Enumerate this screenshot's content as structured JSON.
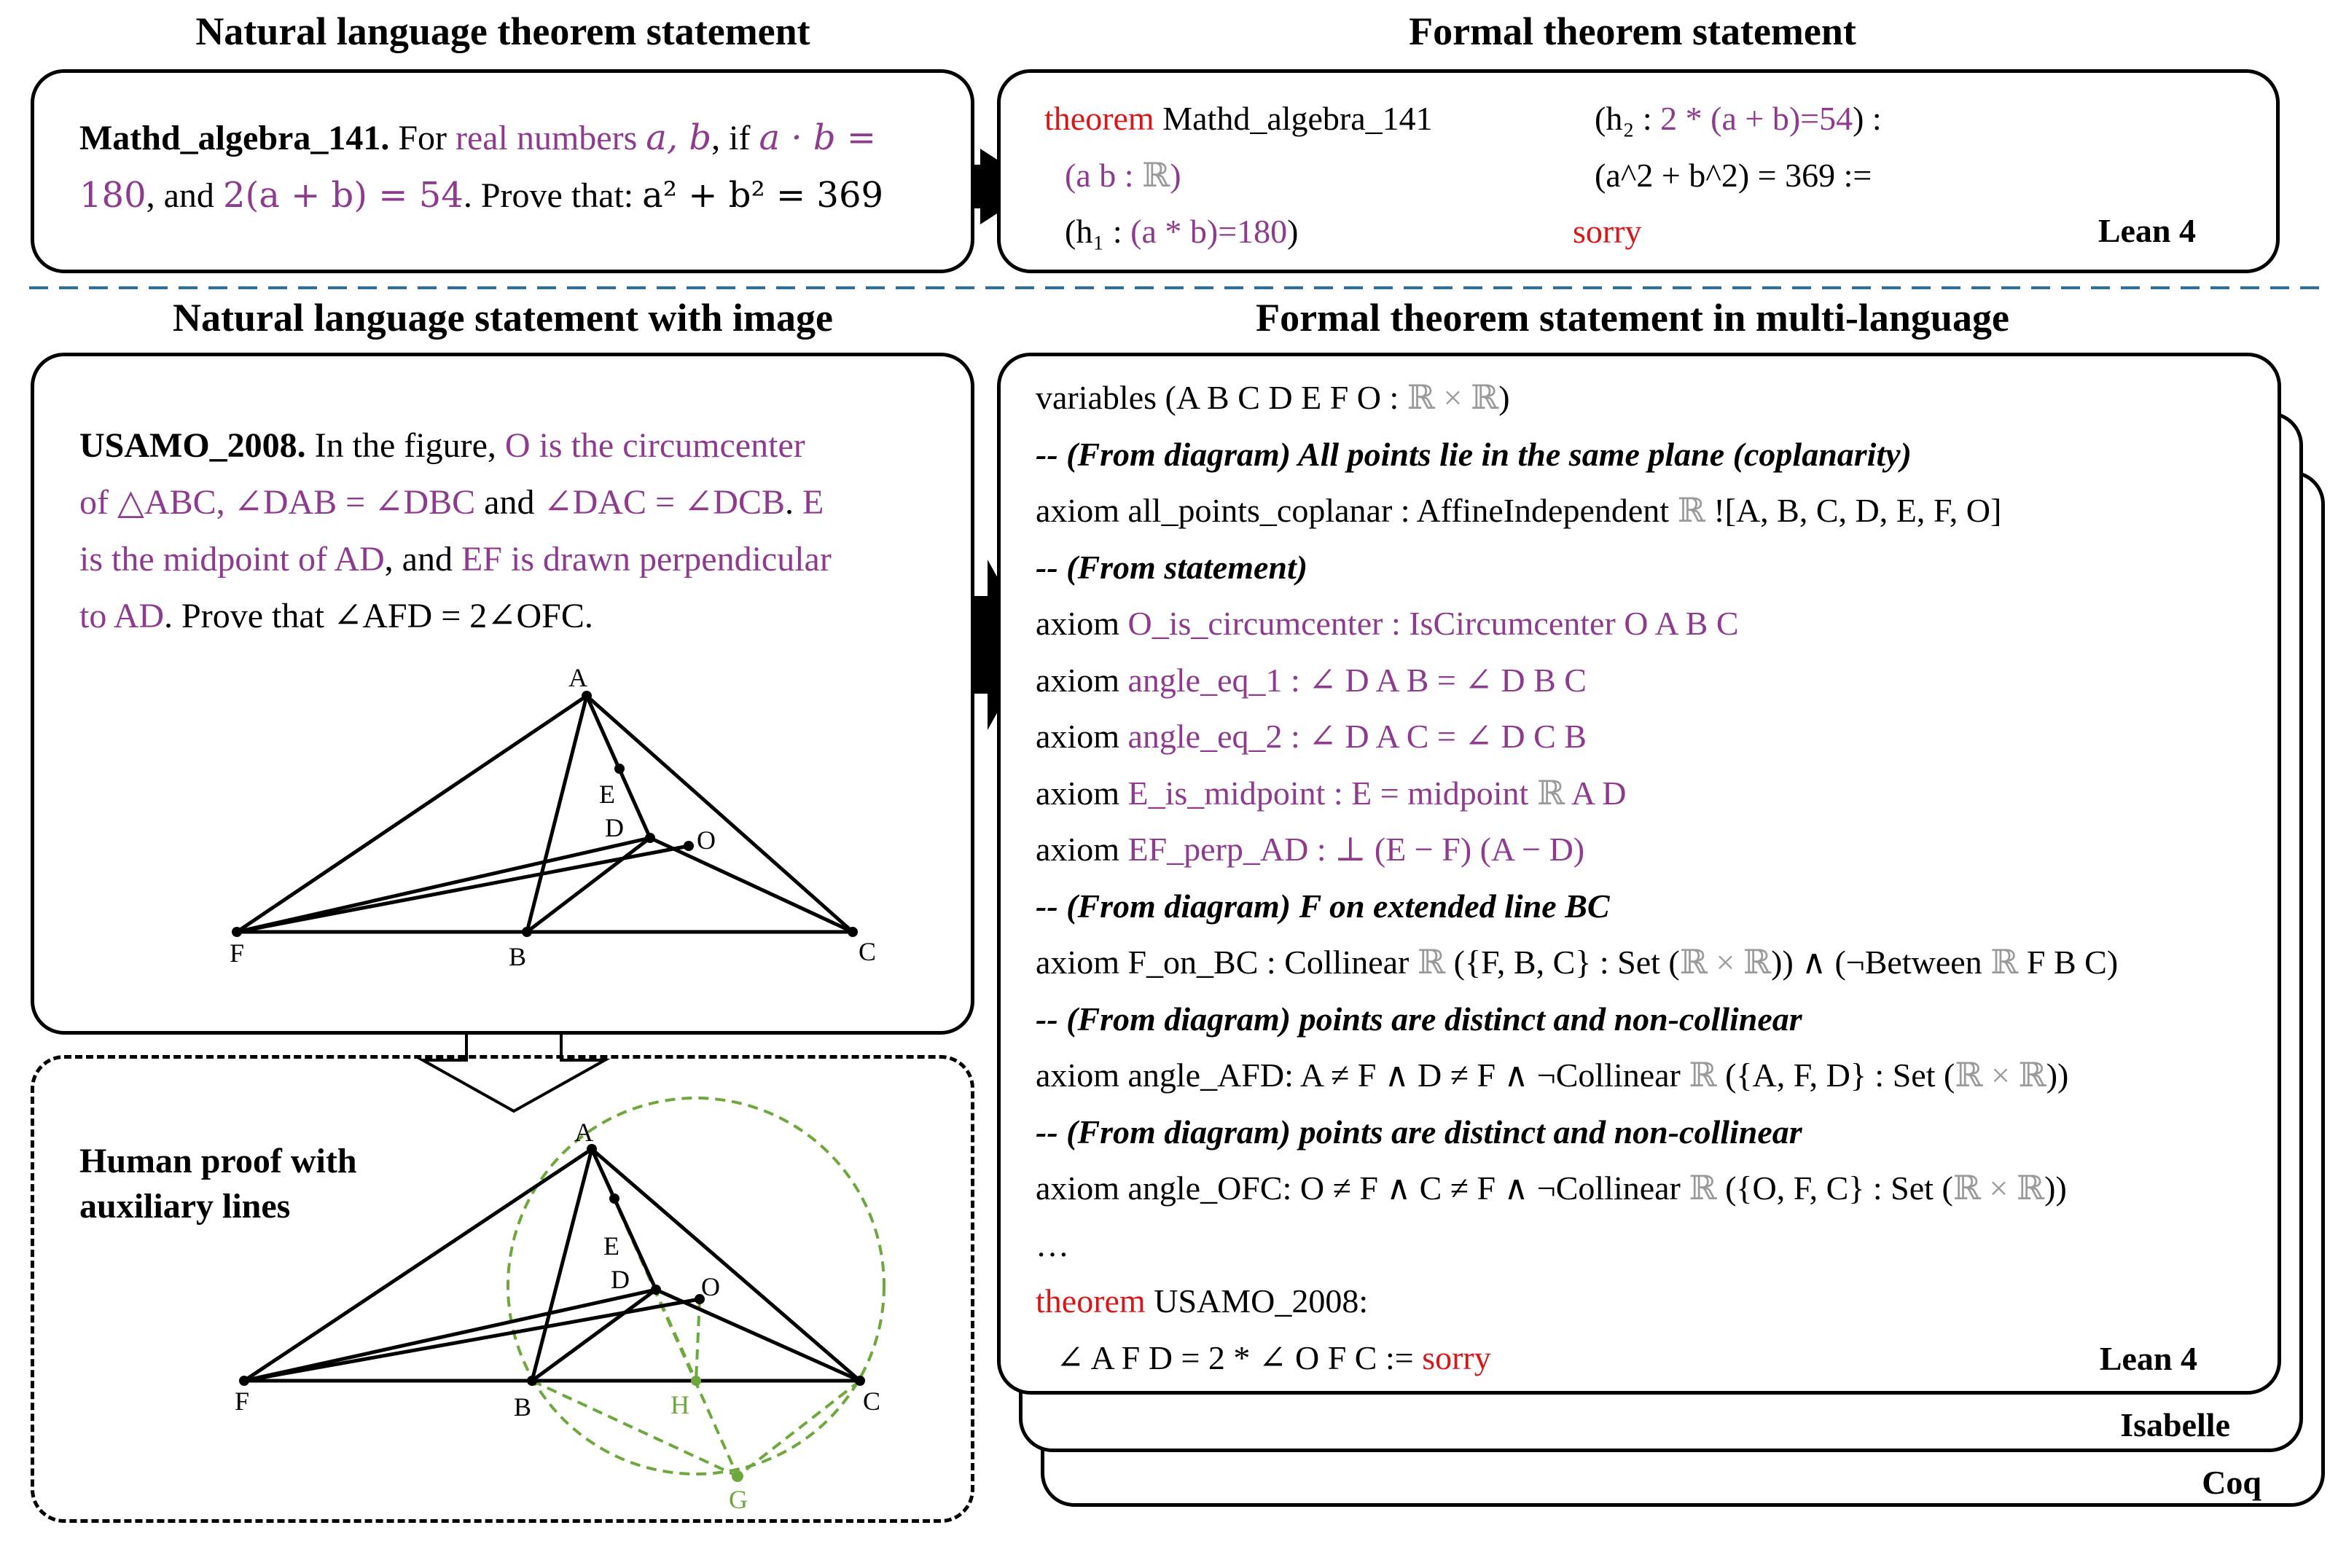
{
  "headers": {
    "nl_statement": "Natural language theorem statement",
    "formal_statement": "Formal theorem statement",
    "nl_with_image": "Natural language statement with image",
    "formal_multi": "Formal theorem statement in multi-language"
  },
  "algebra_nl": {
    "name": "Mathd_algebra_141.",
    "for": " For ",
    "real_numbers": "real numbers",
    "vars": "a, b",
    "if": ", if ",
    "cond1_a": "a · b =",
    "cond1_b": "180",
    "and": ", and ",
    "cond2": "2(a + b) = 54",
    "prove": ". Prove that: ",
    "goal": "a² + b² = 369"
  },
  "algebra_formal": {
    "l1_kw": "theorem",
    "l1_name": " Mathd_algebra_141",
    "l2_a": "(a b : ",
    "l2_b": "ℝ",
    "l2_c": ")",
    "l3_a": "(h₁ : ",
    "l3_b": "(a * b)=180",
    "l3_c": ")",
    "r1_a": "(h₂ : ",
    "r1_b": "2 * (a + b)=54",
    "r1_c": ") :",
    "r2": "(a^2 + b^2) = 369 :=",
    "r3": "sorry",
    "lang": "Lean 4"
  },
  "usamo_nl": {
    "name": "USAMO_2008.",
    "t1": " In the figure, ",
    "t2": "O is the circumcenter",
    "t3": "of △ABC, ∠DAB = ∠DBC",
    "t4": " and ",
    "t5": "∠DAC = ∠DCB",
    "t6": ". ",
    "t7": "E",
    "t8": "is the midpoint of AD",
    "t9": ", and ",
    "t10": "EF is drawn perpendicular",
    "t11": "to AD",
    "t12": ". Prove that ∠AFD = 2∠OFC."
  },
  "figure": {
    "labels": {
      "A": "A",
      "E": "E",
      "D": "D",
      "O": "O",
      "F": "F",
      "B": "B",
      "C": "C",
      "H": "H",
      "G": "G"
    },
    "colors": {
      "aux": "#6ea83c",
      "purple": "#8e3a8e",
      "red": "#d81818",
      "line": "#000000"
    }
  },
  "human_proof": {
    "label1": "Human proof with",
    "label2": "auxiliary lines"
  },
  "formal_multi": {
    "l1_a": "variables (A B C D E F O : ",
    "l1_b": "ℝ × ℝ",
    "l1_c": ")",
    "l2": "-- (From diagram) All points lie in the same plane (coplanarity)",
    "l3_a": "axiom all_points_coplanar : AffineIndependent ",
    "l3_b": "ℝ",
    "l3_c": " ![A, B, C, D, E, F, O]",
    "l4": "-- (From statement)",
    "l5_a": "axiom ",
    "l5_b": "O_is_circumcenter : IsCircumcenter O A B C",
    "l6_a": "axiom ",
    "l6_b": "angle_eq_1 : ∠ D A B = ∠ D B C",
    "l7_a": "axiom ",
    "l7_b": "angle_eq_2 : ∠ D A C = ∠ D C B",
    "l8_a": "axiom ",
    "l8_b": "E_is_midpoint : E = midpoint ",
    "l8_c": "ℝ",
    "l8_d": " A D",
    "l9_a": "axiom ",
    "l9_b": "EF_perp_AD : ⊥ (E − F) (A − D)",
    "l10": "-- (From diagram) F on extended line BC",
    "l11_a": "axiom F_on_BC : Collinear ",
    "l11_b": "ℝ",
    "l11_c": " ({F, B, C} : Set (",
    "l11_d": "ℝ × ℝ",
    "l11_e": ")) ∧ (¬Between ",
    "l11_f": "ℝ",
    "l11_g": " F B C)",
    "l12": "-- (From diagram) points are distinct and non-collinear",
    "l13_a": "axiom angle_AFD:  A ≠ F ∧ D ≠ F ∧ ¬Collinear ",
    "l13_b": "ℝ",
    "l13_c": " ({A, F, D} : Set (",
    "l13_d": "ℝ × ℝ",
    "l13_e": "))",
    "l14": "-- (From diagram) points are distinct and non-collinear",
    "l15_a": "axiom angle_OFC:  O ≠ F ∧ C ≠ F ∧ ¬Collinear ",
    "l15_b": "ℝ",
    "l15_c": " ({O, F, C} : Set (",
    "l15_d": "ℝ × ℝ",
    "l15_e": "))",
    "l16": "…",
    "l17_a": "theorem",
    "l17_b": " USAMO_2008:",
    "l18_a": "∠ A F D = 2 * ∠ O F C :=  ",
    "l18_b": "sorry",
    "lang1": "Lean 4",
    "lang2": "Isabelle",
    "lang3": "Coq"
  }
}
